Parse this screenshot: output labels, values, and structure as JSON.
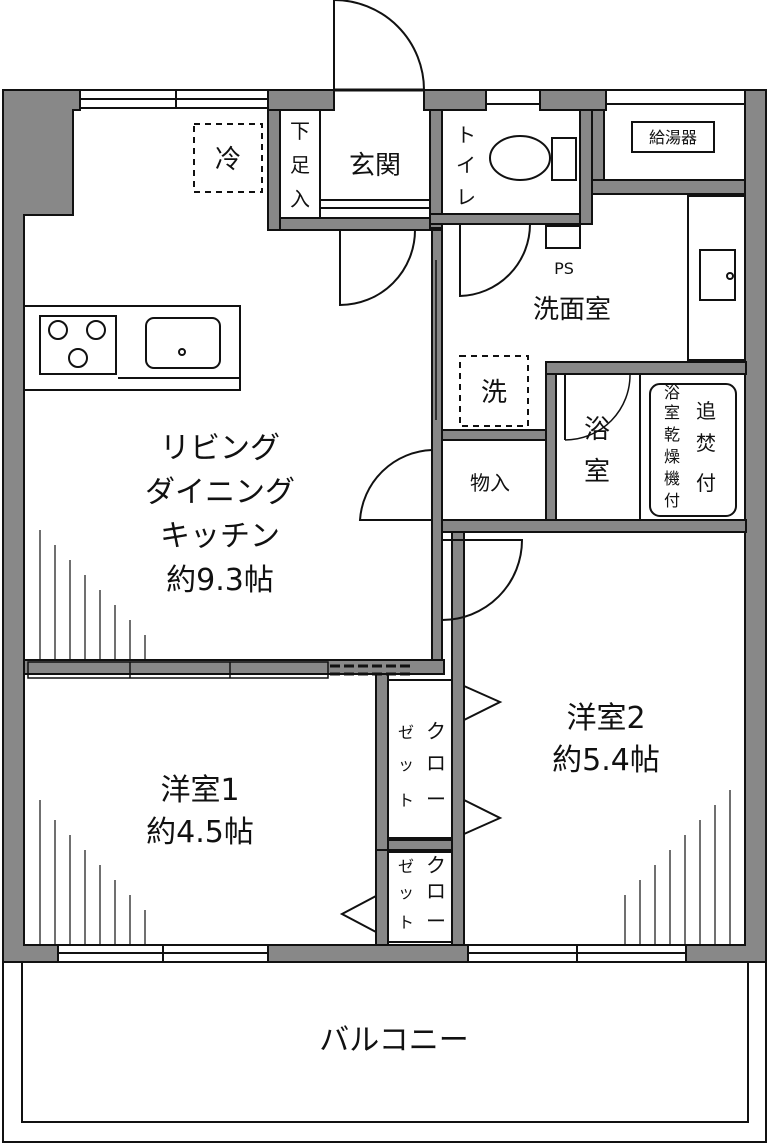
{
  "plan": {
    "rooms": {
      "ldk": {
        "line1": "リビング",
        "line2": "ダイニング",
        "line3": "キッチン",
        "size": "約9.3帖"
      },
      "room1": {
        "name": "洋室1",
        "size": "約4.5帖"
      },
      "room2": {
        "name": "洋室2",
        "size": "約5.4帖"
      },
      "entrance": "玄関",
      "shoe_storage": [
        "下",
        "足",
        "入"
      ],
      "toilet": [
        "ト",
        "イ",
        "レ"
      ],
      "washroom": "洗面室",
      "bath": [
        "浴",
        "室"
      ],
      "storage": "物入",
      "balcony": "バルコニー",
      "closet1": {
        "col1": [
          "ゼ",
          "ッ",
          "ト"
        ],
        "col2": [
          "ク",
          "ロ",
          "ー"
        ]
      },
      "closet2": {
        "col1": [
          "ゼ",
          "ッ",
          "ト"
        ],
        "col2": [
          "ク",
          "ロ",
          "ー"
        ]
      }
    },
    "fixtures": {
      "fridge": "冷",
      "washer": "洗",
      "water_heater": "給湯器",
      "ps": "PS",
      "bath_features": {
        "col1": [
          "浴",
          "室",
          "乾",
          "燥",
          "機",
          "付"
        ],
        "col2": [
          "追",
          "焚",
          "付"
        ]
      }
    },
    "colors": {
      "wall": "#888888",
      "line": "#111111",
      "background": "#ffffff"
    }
  }
}
